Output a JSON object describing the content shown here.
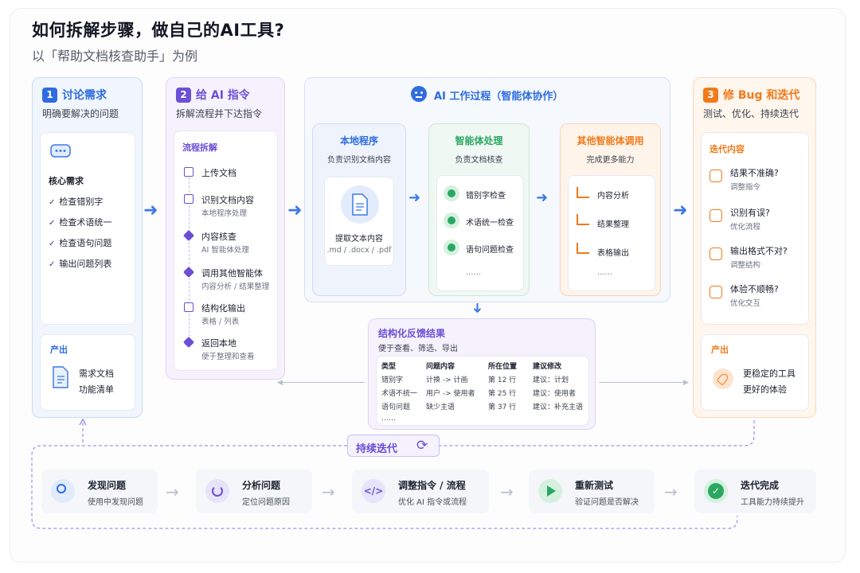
{
  "title": "如何拆解步骤，做自己的AI工具?",
  "subtitle": "以「帮助文档核查助手」为例",
  "col1": {
    "num": "1",
    "title": "讨论需求",
    "sub": "明确要解决的问题",
    "core_title": "核心需求",
    "items": [
      "检查错别字",
      "检查术语统一",
      "检查语句问题",
      "输出问题列表"
    ],
    "output_title": "产出",
    "output_lines": [
      "需求文档",
      "功能清单"
    ]
  },
  "col2": {
    "num": "2",
    "title": "给 AI 指令",
    "sub": "拆解流程并下达指令",
    "flow_title": "流程拆解",
    "steps": [
      {
        "label": "上传文档",
        "note": ""
      },
      {
        "label": "识别文档内容",
        "note": "本地程序处理"
      },
      {
        "label": "内容核查",
        "note": "AI 智能体处理"
      },
      {
        "label": "调用其他智能体",
        "note": "内容分析 / 结果整理"
      },
      {
        "label": "结构化输出",
        "note": "表格 / 列表"
      },
      {
        "label": "返回本地",
        "note": "便于整理和查看"
      }
    ]
  },
  "ai": {
    "title": "AI 工作过程（智能体协作）",
    "local": {
      "title": "本地程序",
      "sub": "负责识别文档内容",
      "card_title": "提取文本内容",
      "card_note": ".md / .docx / .pdf"
    },
    "agent": {
      "title": "智能体处理",
      "sub": "负责文档核查",
      "items": [
        "错别字检查",
        "术语统一检查",
        "语句问题检查"
      ],
      "more": "……"
    },
    "other": {
      "title": "其他智能体调用",
      "sub": "完成更多能力",
      "items": [
        "内容分析",
        "结果整理",
        "表格输出"
      ],
      "more": "……"
    }
  },
  "result": {
    "title": "结构化反馈结果",
    "sub": "便于查看、筛选、导出",
    "headers": [
      "类型",
      "问题内容",
      "所在位置",
      "建议修改"
    ],
    "rows": [
      [
        "错别字",
        "计换 -> 计画",
        "第 12 行",
        "建议：计划"
      ],
      [
        "术语不统一",
        "用户 -> 使用者",
        "第 25 行",
        "建议：使用者"
      ],
      [
        "语句问题",
        "缺少主语",
        "第 37 行",
        "建议：补充主语"
      ]
    ],
    "more": "……"
  },
  "col3": {
    "num": "3",
    "title": "修 Bug 和迭代",
    "sub": "测试、优化、持续迭代",
    "iter_title": "迭代内容",
    "items": [
      {
        "q": "结果不准确?",
        "a": "调整指令"
      },
      {
        "q": "识别有误?",
        "a": "优化流程"
      },
      {
        "q": "输出格式不对?",
        "a": "调整结构"
      },
      {
        "q": "体验不顺畅?",
        "a": "优化交互"
      }
    ],
    "output_title": "产出",
    "output_lines": [
      "更稳定的工具",
      "更好的体验"
    ]
  },
  "loop": {
    "label": "持续迭代",
    "steps": [
      {
        "title": "发现问题",
        "desc": "使用中发现问题"
      },
      {
        "title": "分析问题",
        "desc": "定位问题原因"
      },
      {
        "title": "调整指令 / 流程",
        "desc": "优化 AI 指令或流程"
      },
      {
        "title": "重新测试",
        "desc": "验证问题是否解决"
      },
      {
        "title": "迭代完成",
        "desc": "工具能力持续提升"
      }
    ]
  },
  "colors": {
    "blue": "#2f6de0",
    "purple": "#6c4fd6",
    "orange": "#f07a1a",
    "green": "#2aa861"
  }
}
